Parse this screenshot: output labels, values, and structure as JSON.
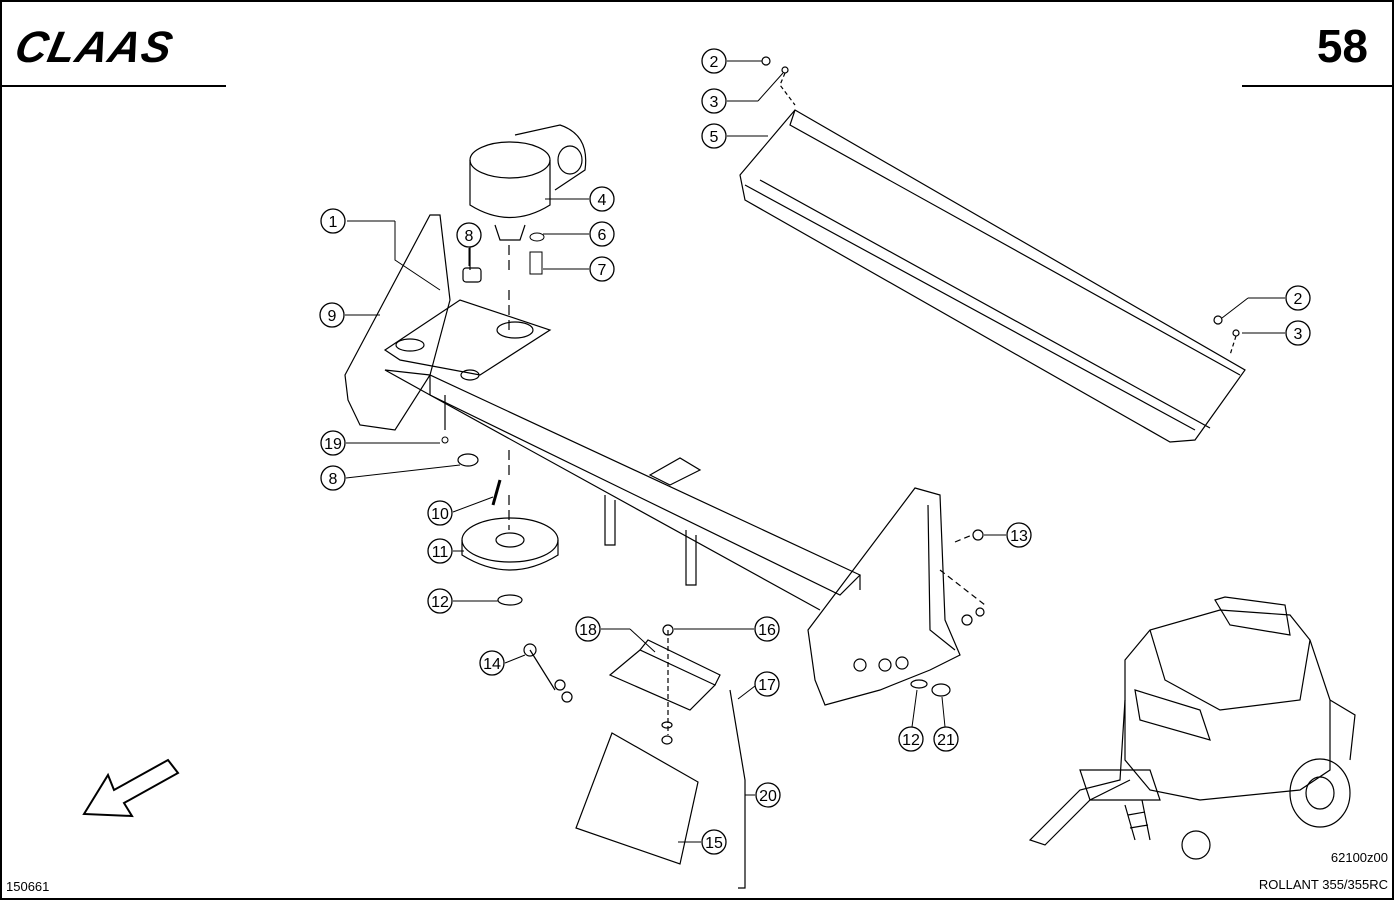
{
  "header": {
    "brand": "CLAAS",
    "page_number": "58"
  },
  "footer": {
    "catalog_number": "150661",
    "drawing_number": "62100z00",
    "model": "ROLLANT 355/355RC"
  },
  "callouts": [
    "1",
    "2",
    "3",
    "5",
    "4",
    "6",
    "7",
    "8",
    "9",
    "2",
    "3",
    "19",
    "8",
    "10",
    "11",
    "12",
    "13",
    "18",
    "16",
    "14",
    "17",
    "12",
    "21",
    "20",
    "15"
  ],
  "colors": {
    "ink": "#000000",
    "paper": "#ffffff"
  }
}
